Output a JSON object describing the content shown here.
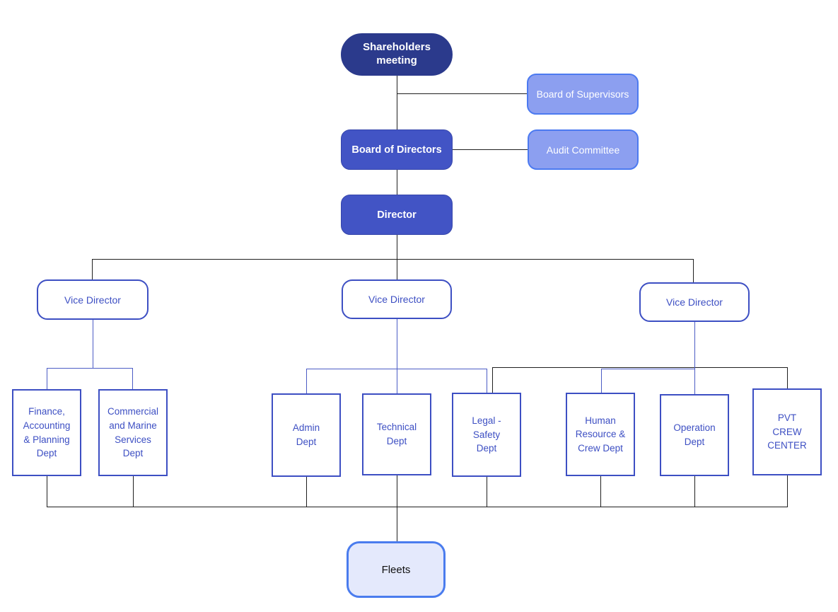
{
  "org_chart": {
    "nodes": {
      "shareholders_meeting": {
        "label": "Shareholders\nmeeting"
      },
      "board_of_supervisors": {
        "label": "Board of Supervisors"
      },
      "board_of_directors": {
        "label": "Board of Directors"
      },
      "audit_committee": {
        "label": "Audit Committee"
      },
      "director": {
        "label": "Director"
      },
      "vice_director_left": {
        "label": "Vice Director"
      },
      "vice_director_middle": {
        "label": "Vice Director"
      },
      "vice_director_right": {
        "label": "Vice Director"
      },
      "finance_dept": {
        "label": "Finance,\nAccounting\n& Planning\nDept"
      },
      "commercial_dept": {
        "label": "Commercial\nand Marine\nServices\nDept"
      },
      "admin_dept": {
        "label": "Admin\nDept"
      },
      "technical_dept": {
        "label": "Technical\nDept"
      },
      "legal_safety_dept": {
        "label": "Legal -\nSafety\nDept"
      },
      "human_resource_dept": {
        "label": "Human\nResource &\nCrew Dept"
      },
      "operation_dept": {
        "label": "Operation\nDept"
      },
      "pvt_crew_center": {
        "label": "PVT\nCREW\nCENTER"
      },
      "fleets": {
        "label": "Fleets"
      }
    },
    "hierarchy": [
      {
        "from": "Shareholders meeting",
        "to": "Board of Supervisors"
      },
      {
        "from": "Shareholders meeting",
        "to": "Board of Directors"
      },
      {
        "from": "Board of Directors",
        "to": "Audit Committee"
      },
      {
        "from": "Board of Directors",
        "to": "Director"
      },
      {
        "from": "Director",
        "to": "Vice Director (left)"
      },
      {
        "from": "Director",
        "to": "Vice Director (middle)"
      },
      {
        "from": "Director",
        "to": "Vice Director (right)"
      },
      {
        "from": "Vice Director (left)",
        "to": "Finance, Accounting & Planning Dept"
      },
      {
        "from": "Vice Director (left)",
        "to": "Commercial and Marine Services Dept"
      },
      {
        "from": "Vice Director (middle)",
        "to": "Admin Dept"
      },
      {
        "from": "Vice Director (middle)",
        "to": "Technical Dept"
      },
      {
        "from": "Vice Director (middle)",
        "to": "Legal - Safety Dept"
      },
      {
        "from": "Vice Director (right)",
        "to": "Legal - Safety Dept"
      },
      {
        "from": "Vice Director (right)",
        "to": "Human Resource & Crew Dept"
      },
      {
        "from": "Vice Director (right)",
        "to": "Operation Dept"
      },
      {
        "from": "Vice Director (right)",
        "to": "PVT CREW CENTER"
      },
      {
        "from": "All departments",
        "to": "Fleets"
      }
    ],
    "colors": {
      "dark_navy": "#2B3A8C",
      "medium_blue": "#4254C5",
      "light_periwinkle": "#8C9FF0",
      "periwinkle_border": "#4C7AF0",
      "dept_blue": "#3D4FC3",
      "fleets_fill": "#E4E9FC",
      "fleets_border": "#4A7CEE",
      "line_black": "#1F1F1F",
      "line_blue": "#4C5CC5"
    }
  }
}
